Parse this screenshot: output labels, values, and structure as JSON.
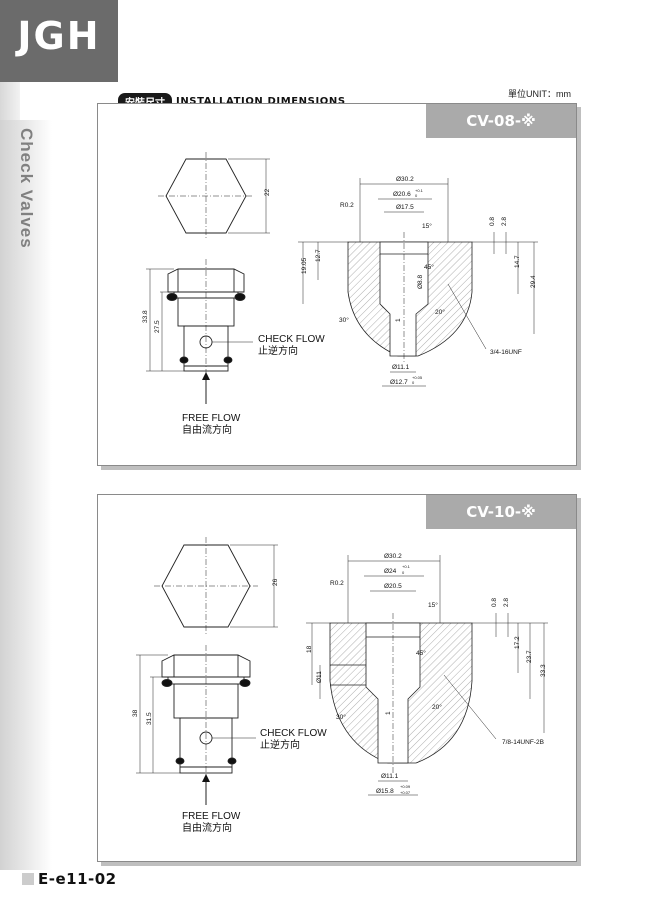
{
  "brand": {
    "logo": "JGH"
  },
  "sidebar": {
    "category": "Check Valves"
  },
  "header": {
    "unit": "單位UNIT：mm",
    "badge": "安裝尺寸",
    "title": "INSTALLATION DIMENSIONS"
  },
  "cv08": {
    "model": "CV-08-※",
    "hex_dim": "22",
    "len_total": "33.8",
    "len_body": "27.5",
    "check_flow": "CHECK FLOW",
    "check_flow_cn": "止逆方向",
    "free_flow": "FREE FLOW",
    "free_flow_cn": "自由流方向",
    "d_30_2": "Ø30.2",
    "d_20_6": "Ø20.6",
    "tol_top": "+0.1",
    "tol_bot": "0",
    "d_17_5": "Ø17.5",
    "r_0_2": "R0.2",
    "a_15": "15°",
    "a_45": "45°",
    "a_20": "20°",
    "a_30": "30°",
    "v_0_8": "0.8",
    "v_2_8": "2.8",
    "v_19_05": "19.05",
    "v_12_7": "12.7",
    "v_14_7": "14.7",
    "v_29_4": "29.4",
    "d_8_8": "Ø8.8",
    "v_1": "1",
    "d_11_1": "Ø11.1",
    "d_12_7": "Ø12.7",
    "tol2_top": "+0.05",
    "tol2_bot": "0",
    "thread": "3/4-16UNF"
  },
  "cv10": {
    "model": "CV-10-※",
    "hex_dim": "26",
    "len_total": "38",
    "len_body": "31.5",
    "check_flow": "CHECK FLOW",
    "check_flow_cn": "止逆方向",
    "free_flow": "FREE FLOW",
    "free_flow_cn": "自由流方向",
    "d_30_2": "Ø30.2",
    "d_24": "Ø24",
    "tol_top": "+0.1",
    "tol_bot": "0",
    "d_20_5": "Ø20.5",
    "r_0_2": "R0.2",
    "a_15": "15°",
    "a_45": "45°",
    "a_20": "20°",
    "a_30": "30°",
    "v_0_8": "0.8",
    "v_2_8": "2.8",
    "v_18": "18",
    "v_17_2": "17.2",
    "v_23_7": "23.7",
    "v_33_3": "33.3",
    "d_11": "Ø11",
    "v_1": "1",
    "d_11_1": "Ø11.1",
    "d_15_8": "Ø15.8",
    "tol2_top": "+0.09",
    "tol2_bot": "+0.07",
    "thread": "7/8-14UNF-2B"
  },
  "footer": {
    "page_code": "E-e11-02"
  }
}
